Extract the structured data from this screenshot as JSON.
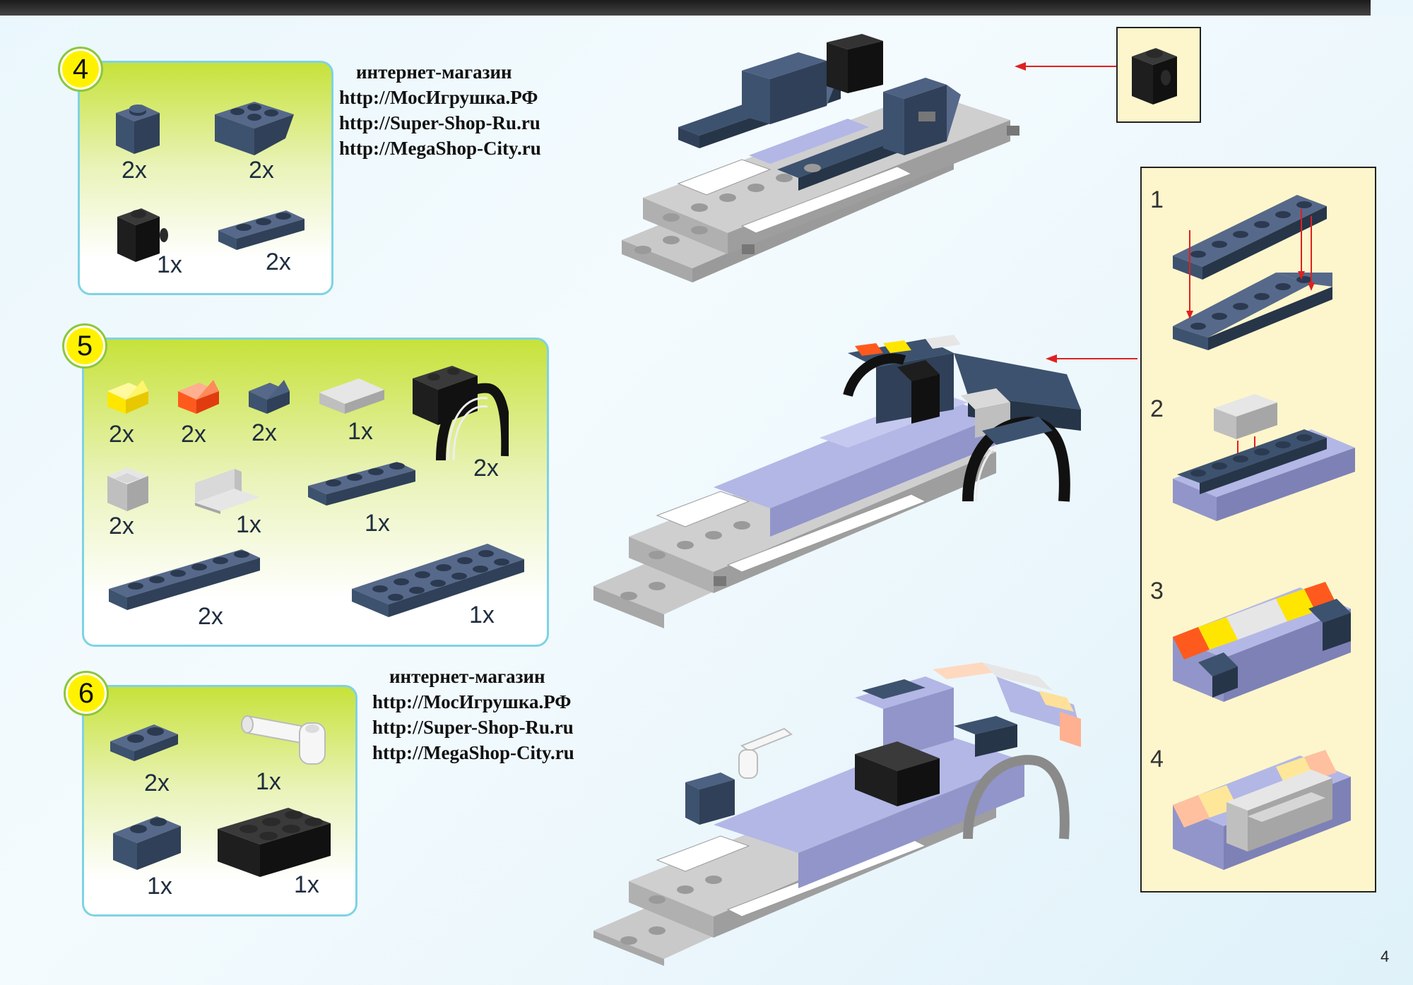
{
  "steps": [
    {
      "number": "4",
      "parts": [
        {
          "qty": "2x",
          "icon": "dark-blue-brick-1x1-icon"
        },
        {
          "qty": "2x",
          "icon": "dark-blue-slope-2x2-icon"
        },
        {
          "qty": "1x",
          "icon": "black-brick-side-stud-icon"
        },
        {
          "qty": "2x",
          "icon": "dark-blue-plate-1x3-icon"
        }
      ]
    },
    {
      "number": "5",
      "parts": [
        {
          "qty": "2x",
          "icon": "yellow-slope-1x1-icon"
        },
        {
          "qty": "2x",
          "icon": "orange-transparent-slope-icon"
        },
        {
          "qty": "2x",
          "icon": "dark-blue-slope-1x1-icon"
        },
        {
          "qty": "1x",
          "icon": "light-gray-slope-1x2-icon"
        },
        {
          "qty": "2x",
          "icon": "black-wheel-arch-icon"
        },
        {
          "qty": "2x",
          "icon": "light-gray-corner-panel-icon"
        },
        {
          "qty": "1x",
          "icon": "light-gray-panel-1x2-icon"
        },
        {
          "qty": "1x",
          "icon": "dark-blue-plate-1x4-icon"
        },
        {
          "qty": "2x",
          "icon": "dark-blue-plate-1x6-icon"
        },
        {
          "qty": "1x",
          "icon": "dark-blue-plate-2x6-icon"
        }
      ]
    },
    {
      "number": "6",
      "parts": [
        {
          "qty": "2x",
          "icon": "dark-blue-plate-1x2-icon"
        },
        {
          "qty": "1x",
          "icon": "white-lever-icon"
        },
        {
          "qty": "1x",
          "icon": "dark-blue-brick-1x2-icon"
        },
        {
          "qty": "1x",
          "icon": "black-brick-2x3-icon"
        }
      ]
    }
  ],
  "shop_text": {
    "line1": "интернет-магазин",
    "line2": "http://МосИгрушка.РФ",
    "line3": "http://Super-Shop-Ru.ru",
    "line4": "http://MegaShop-City.ru"
  },
  "sub_steps": [
    "1",
    "2",
    "3",
    "4"
  ],
  "page_number": "4",
  "colors": {
    "dark_blue": "#3d526e",
    "black": "#1e1e1e",
    "light_gray": "#bfbfbf",
    "lavender": "#b3b7e6",
    "yellow": "#ffe600",
    "orange": "#ff5a1e",
    "badge": "#fff200",
    "panel_border": "#7ed3e3",
    "arrow": "#e02020"
  }
}
